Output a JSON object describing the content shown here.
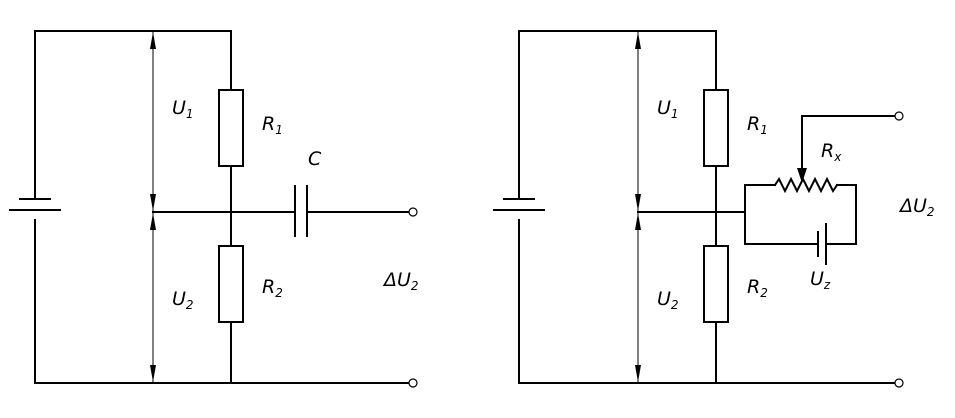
{
  "circuits": [
    {
      "labels": {
        "u1_main": "U",
        "u1_sub": "1",
        "u2_main": "U",
        "u2_sub": "2",
        "r1_main": "R",
        "r1_sub": "1",
        "r2_main": "R",
        "r2_sub": "2",
        "c": "C",
        "delta_main": "ΔU",
        "delta_sub": "2"
      }
    },
    {
      "labels": {
        "u1_main": "U",
        "u1_sub": "1",
        "u2_main": "U",
        "u2_sub": "2",
        "r1_main": "R",
        "r1_sub": "1",
        "r2_main": "R",
        "r2_sub": "2",
        "rx_main": "R",
        "rx_sub": "x",
        "uz_main": "U",
        "uz_sub": "z",
        "delta_main": "ΔU",
        "delta_sub": "2"
      }
    }
  ]
}
